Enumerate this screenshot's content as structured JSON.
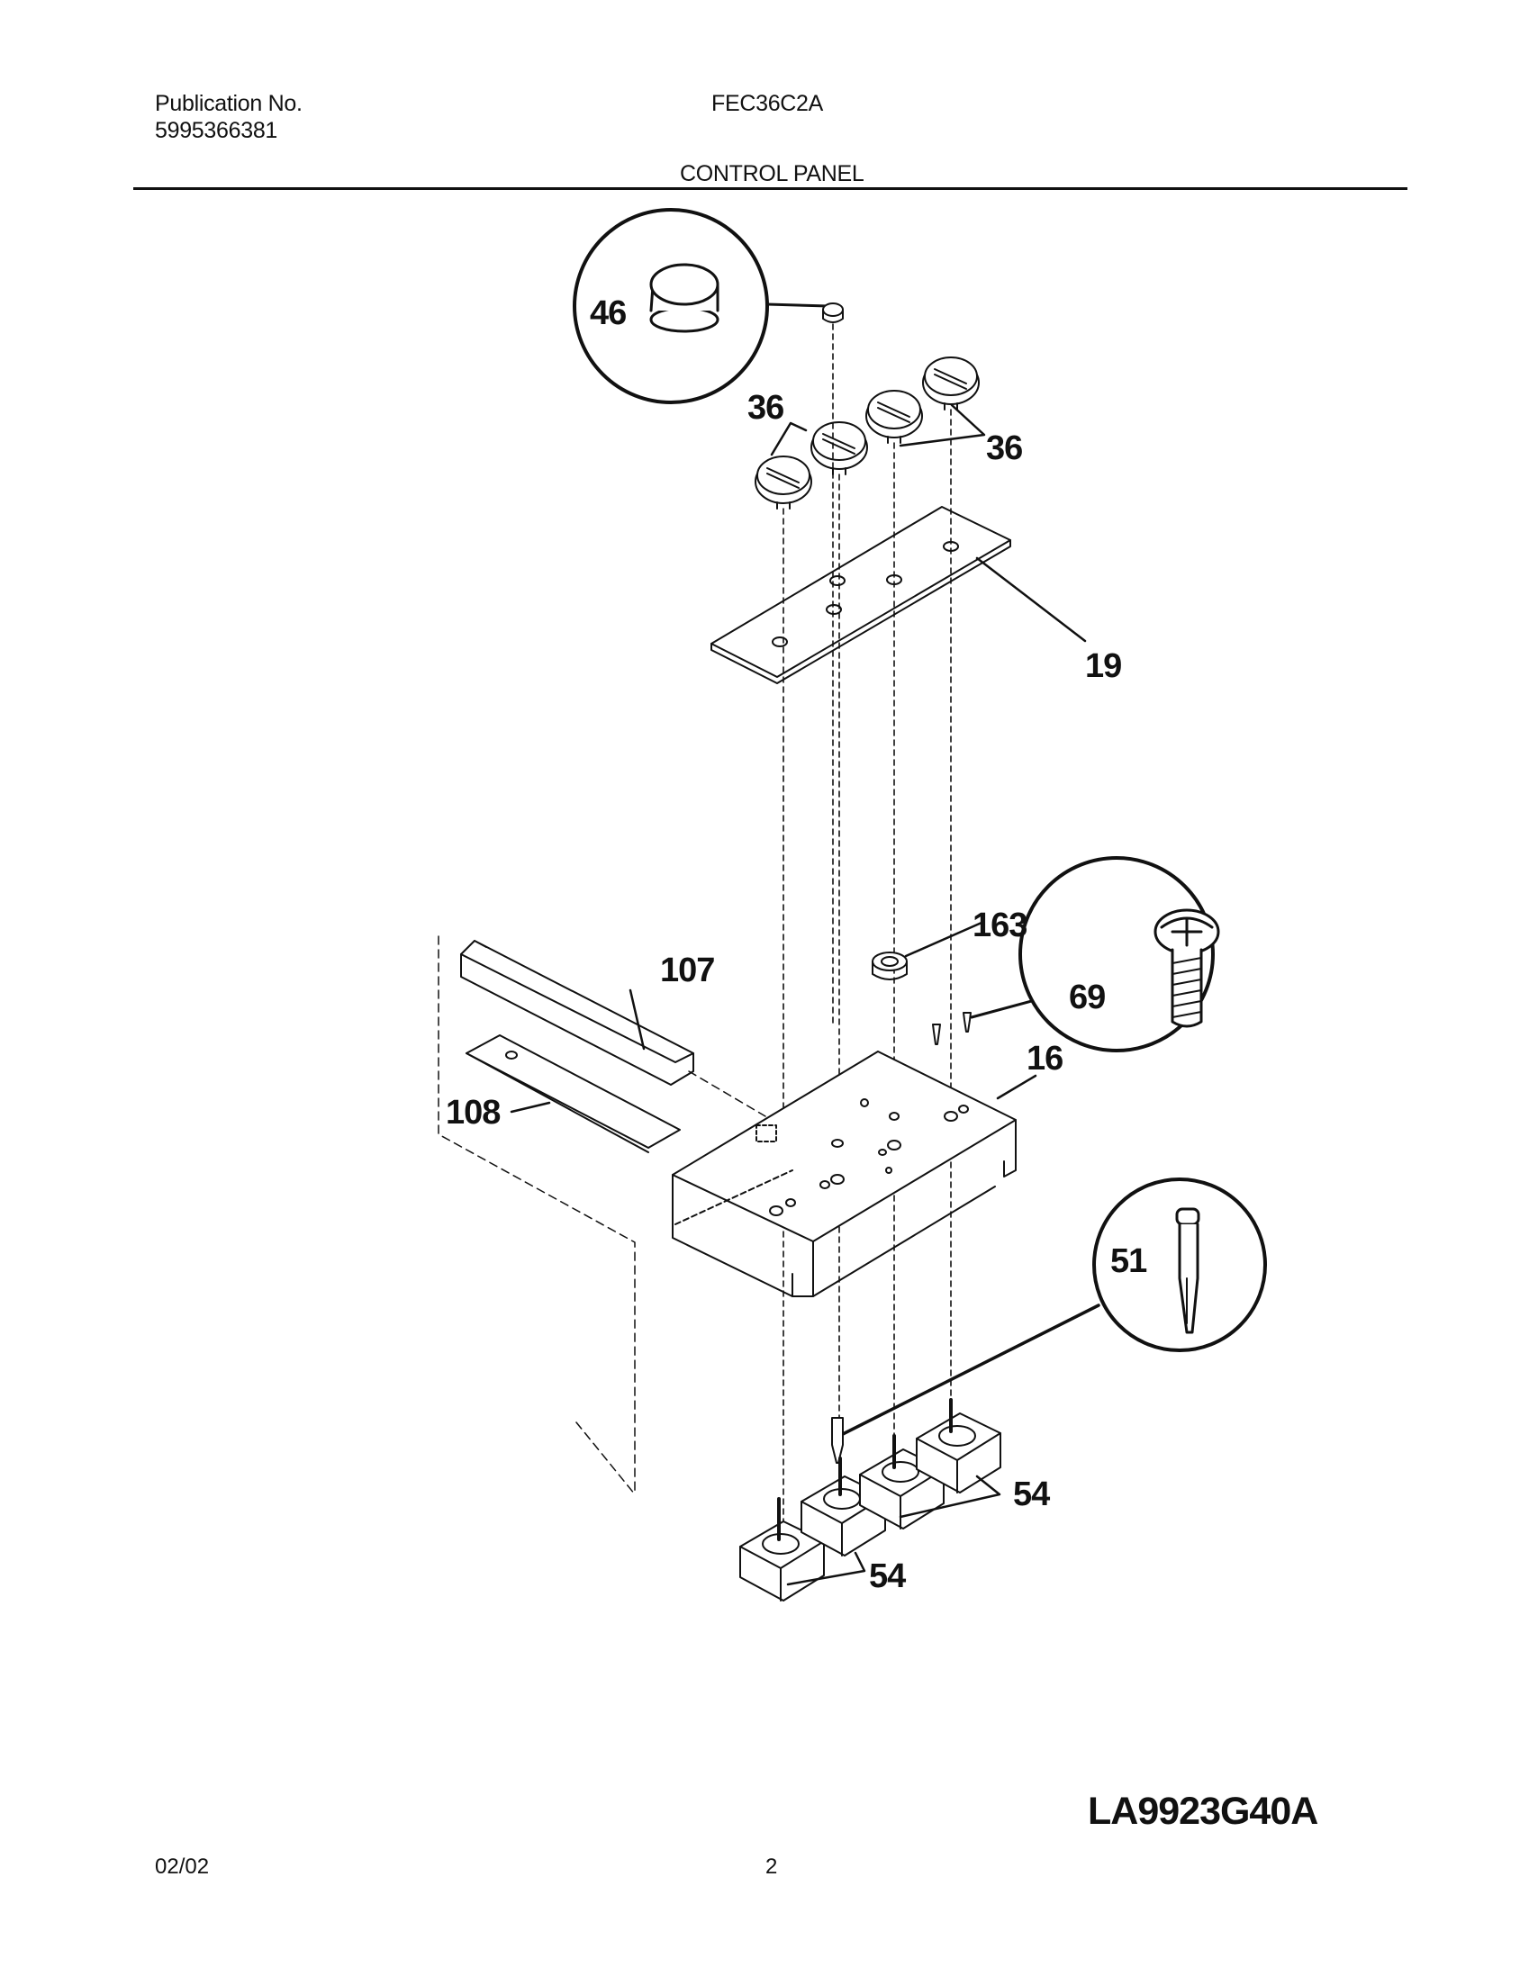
{
  "header": {
    "publication_label": "Publication No.",
    "publication_number": "5995366381",
    "model": "FEC36C2A",
    "section_title": "CONTROL PANEL"
  },
  "diagram": {
    "callouts": {
      "knob_cap": "46",
      "knob_left": "36",
      "knob_right": "36",
      "panel_overlay": "19",
      "retainer": "163",
      "screw": "69",
      "channel": "107",
      "trim_strip": "108",
      "control_panel": "16",
      "indicator_light": "51",
      "switch_right": "54",
      "switch_left": "54"
    },
    "drawing_code": "LA9923G40A"
  },
  "footer": {
    "date": "02/02",
    "page": "2"
  }
}
